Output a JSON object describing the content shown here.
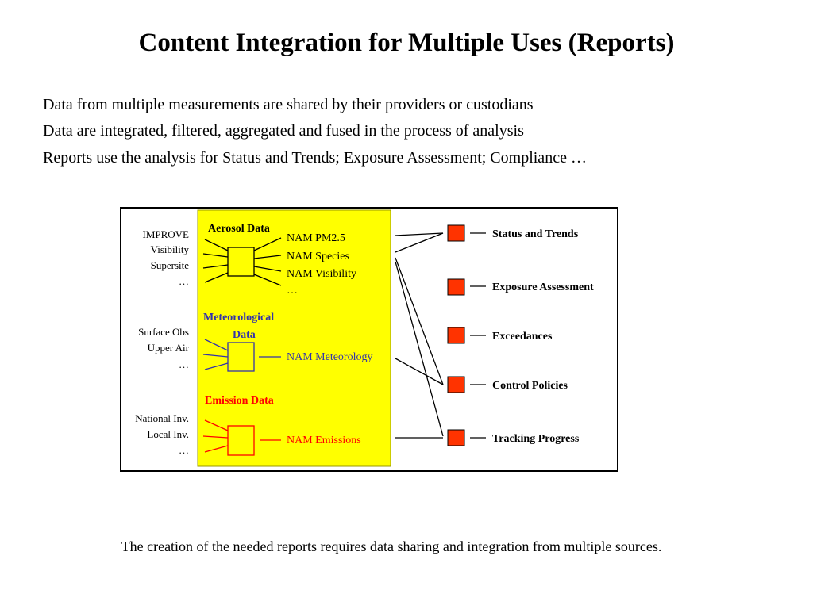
{
  "title": "Content Integration for Multiple Uses (Reports)",
  "bullets": [
    "Data from multiple measurements are shared by their providers or custodians",
    "Data are integrated, filtered, aggregated and fused in the process of analysis",
    "Reports use the analysis for Status and Trends; Exposure Assessment; Compliance …"
  ],
  "footer": "The creation of the needed reports requires data sharing and integration from multiple sources.",
  "diagram": {
    "sources": {
      "aerosol": [
        "IMPROVE",
        "Visibility",
        "Supersite",
        "…"
      ],
      "met": [
        "Surface Obs",
        "Upper Air",
        "…"
      ],
      "emission": [
        "National Inv.",
        "Local Inv.",
        "…"
      ]
    },
    "groups": {
      "aerosol_title": "Aerosol Data",
      "met_title_line1": "Meteorological",
      "met_title_line2": "Data",
      "emission_title": "Emission Data"
    },
    "products": {
      "aerosol": [
        "NAM PM2.5",
        "NAM Species",
        "NAM Visibility",
        "…"
      ],
      "met": "NAM Meteorology",
      "emission": "NAM Emissions"
    },
    "reports": [
      "Status and Trends",
      "Exposure Assessment",
      "Exceedances",
      "Control Policies",
      "Tracking Progress"
    ],
    "colors": {
      "panel_fill": "#ffff00",
      "aerosol": "#000000",
      "met": "#3333aa",
      "emission": "#ff0000",
      "report_box": "#ff3300"
    }
  }
}
